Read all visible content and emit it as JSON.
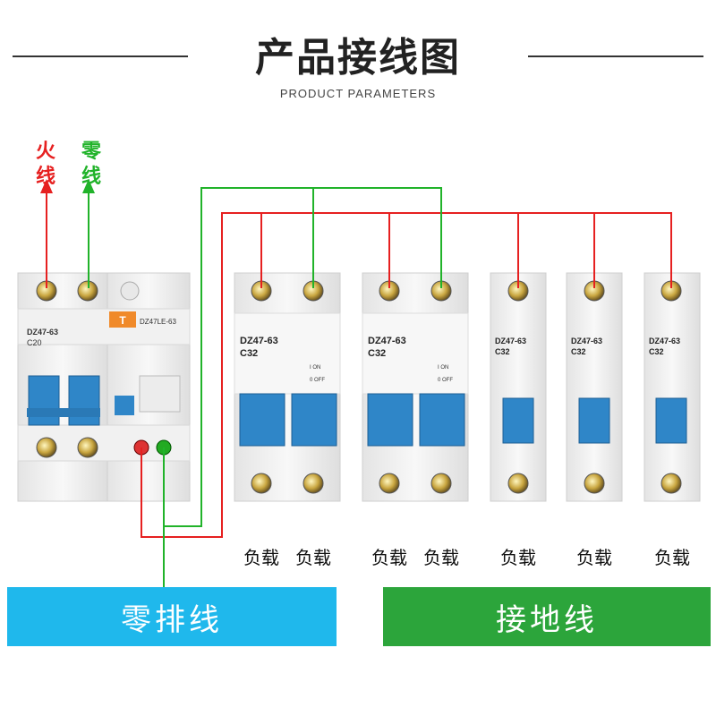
{
  "header": {
    "title": "产品接线图",
    "subtitle": "PRODUCT PARAMETERS"
  },
  "inputs": {
    "live": "火线",
    "neutral": "零线"
  },
  "main_breaker": {
    "model": "DZ47-63",
    "rating": "C20",
    "rcd_model": "DZ47LE-63",
    "logo": "T"
  },
  "breakers": [
    {
      "model": "DZ47-63",
      "rating": "C32",
      "poles": 2
    },
    {
      "model": "DZ47-63",
      "rating": "C32",
      "poles": 2
    },
    {
      "model": "DZ47-63",
      "rating": "C32",
      "poles": 1
    },
    {
      "model": "DZ47-63",
      "rating": "C32",
      "poles": 1
    },
    {
      "model": "DZ47-63",
      "rating": "C32",
      "poles": 1
    }
  ],
  "switch_marks": {
    "on": "I ON",
    "off": "0 OFF"
  },
  "loads": [
    "负载",
    "负载",
    "负载",
    "负载",
    "负载",
    "负载",
    "负载"
  ],
  "bars": {
    "neutral_bus": "零排线",
    "ground": "接地线"
  },
  "colors": {
    "live": "#e62020",
    "neutral": "#21b32a",
    "neutral_bus": "#1fb8ec",
    "ground": "#2ca53b",
    "handle": "#2f86c8"
  }
}
